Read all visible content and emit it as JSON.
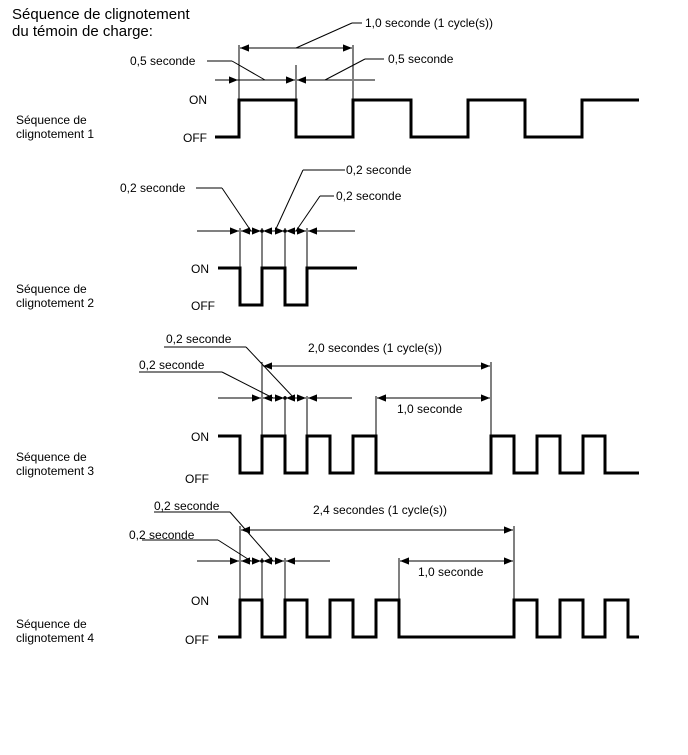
{
  "title": {
    "line1": "Séquence de clignotement",
    "line2": "du témoin de charge:"
  },
  "levels": {
    "on": "ON",
    "off": "OFF"
  },
  "sequences": [
    {
      "label_line1": "Séquence de",
      "label_line2": "clignotement 1",
      "annotations": {
        "cycle": "1,0 seconde (1 cycle(s))",
        "on_time": "0,5 seconde",
        "off_time": "0,5 seconde"
      }
    },
    {
      "label_line1": "Séquence de",
      "label_line2": "clignotement 2",
      "annotations": {
        "pulse_a": "0,2 seconde",
        "pulse_b": "0,2 seconde",
        "pulse_c": "0,2 seconde"
      }
    },
    {
      "label_line1": "Séquence de",
      "label_line2": "clignotement 3",
      "annotations": {
        "pulse_a": "0,2 seconde",
        "pulse_b": "0,2 seconde",
        "cycle": "2,0 secondes (1 cycle(s))",
        "pause": "1,0 seconde"
      }
    },
    {
      "label_line1": "Séquence de",
      "label_line2": "clignotement 4",
      "annotations": {
        "pulse_a": "0,2 seconde",
        "pulse_b": "0,2 seconde",
        "cycle": "2,4 secondes (1 cycle(s))",
        "pause": "1,0 seconde"
      }
    }
  ]
}
